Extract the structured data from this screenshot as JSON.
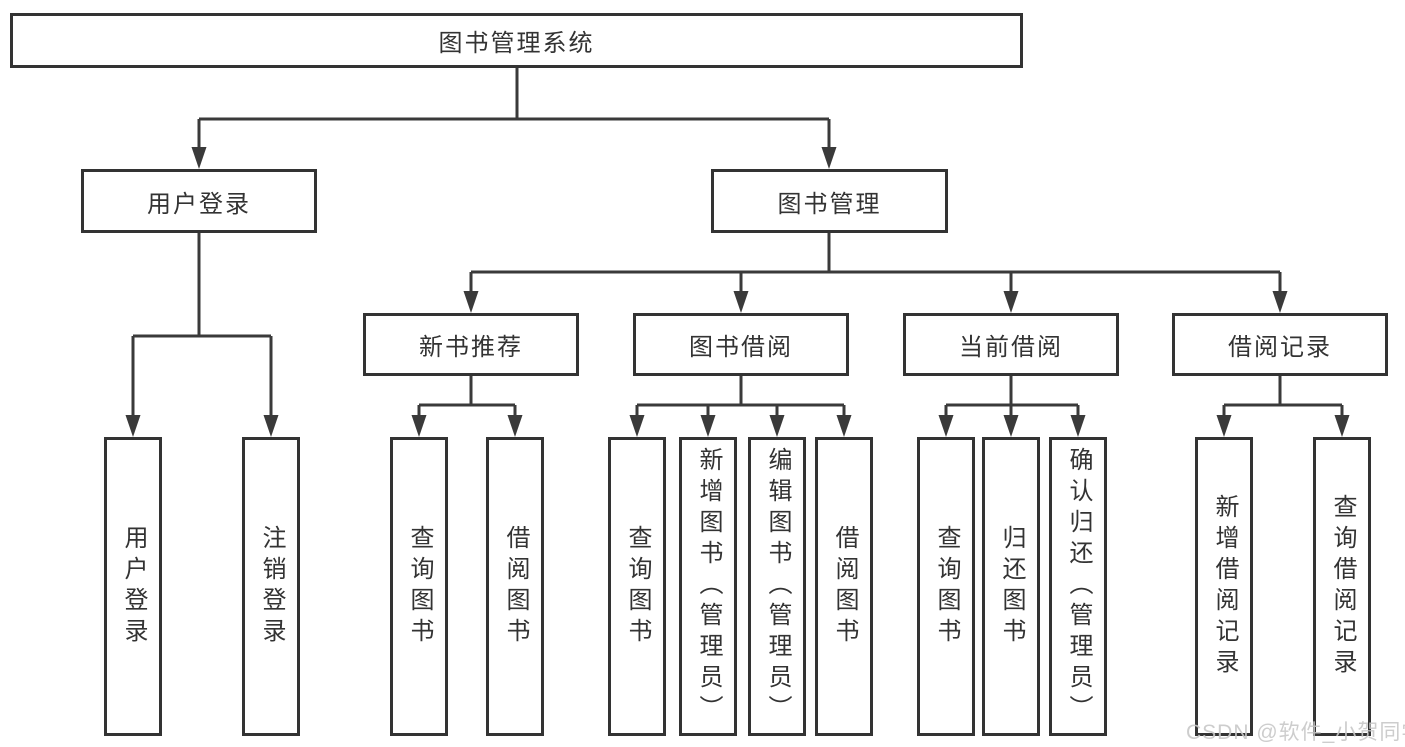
{
  "diagram": {
    "root": {
      "label": "图书管理系统"
    },
    "level2": [
      {
        "id": "user-login",
        "label": "用户登录"
      },
      {
        "id": "book-management",
        "label": "图书管理"
      }
    ],
    "level3": [
      {
        "id": "new-book-recommend",
        "label": "新书推荐"
      },
      {
        "id": "book-borrowing",
        "label": "图书借阅"
      },
      {
        "id": "current-borrowing",
        "label": "当前借阅"
      },
      {
        "id": "borrowing-records",
        "label": "借阅记录"
      }
    ],
    "leaves": {
      "user_login": [
        {
          "label": "用户登录"
        },
        {
          "label": "注销登录"
        }
      ],
      "new_book_recommend": [
        {
          "label": "查询图书"
        },
        {
          "label": "借阅图书"
        }
      ],
      "book_borrowing": [
        {
          "label": "查询图书"
        },
        {
          "label": "新增图书（管理员）"
        },
        {
          "label": "编辑图书（管理员）"
        },
        {
          "label": "借阅图书"
        }
      ],
      "current_borrowing": [
        {
          "label": "查询图书"
        },
        {
          "label": "归还图书"
        },
        {
          "label": "确认归还（管理员）"
        }
      ],
      "borrowing_records": [
        {
          "label": "新增借阅记录"
        },
        {
          "label": "查询借阅记录"
        }
      ]
    }
  },
  "watermark": {
    "text": "CSDN @软件_小贺同学",
    "color": "#c8c8c8"
  },
  "colors": {
    "line": "#3a3a3a",
    "box_border": "#333333",
    "text": "#333333",
    "background": "#ffffff"
  }
}
